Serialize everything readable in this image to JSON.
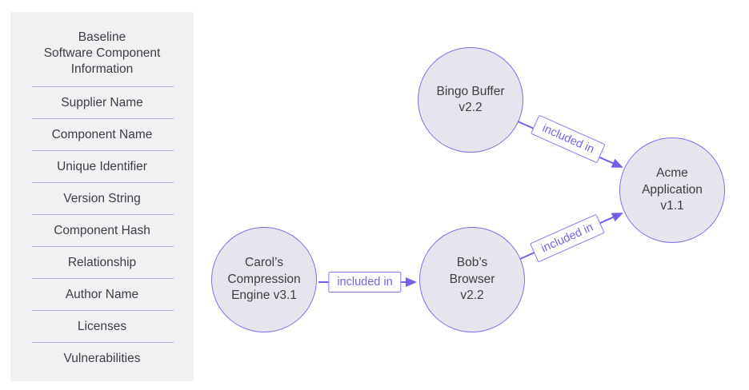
{
  "sidebar": {
    "title": "Baseline Software Component Information",
    "title_lines": [
      "Baseline",
      "Software Component",
      "Information"
    ],
    "items": [
      "Supplier Name",
      "Component Name",
      "Unique Identifier",
      "Version String",
      "Component Hash",
      "Relationship",
      "Author Name",
      "Licenses",
      "Vulnerabilities"
    ]
  },
  "diagram": {
    "nodes": [
      {
        "id": "bingo-buffer",
        "label": "Bingo Buffer\nv2.2"
      },
      {
        "id": "acme-application",
        "label": "Acme\nApplication\nv1.1"
      },
      {
        "id": "carols-compression-engine",
        "label": "Carol’s\nCompression\nEngine v3.1"
      },
      {
        "id": "bobs-browser",
        "label": "Bob’s\nBrowser\nv2.2"
      }
    ],
    "edges": [
      {
        "from": "Carol’s Compression Engine v3.1",
        "to": "Bob’s Browser v2.2",
        "label": "included in"
      },
      {
        "from": "Bingo Buffer v2.2",
        "to": "Acme Application v1.1",
        "label": "included in"
      },
      {
        "from": "Bob’s Browser v2.2",
        "to": "Acme Application v1.1",
        "label": "included in"
      }
    ]
  },
  "colors": {
    "accent": "#7a62e8",
    "panel_bg": "#f1f0f3",
    "divider": "#b5addf",
    "node_fill": "#e6e4ed",
    "node_border": "#8070e8",
    "label_border": "#8a78ee",
    "arrow": "#7460e8",
    "text_dark": "#3e3d42"
  }
}
